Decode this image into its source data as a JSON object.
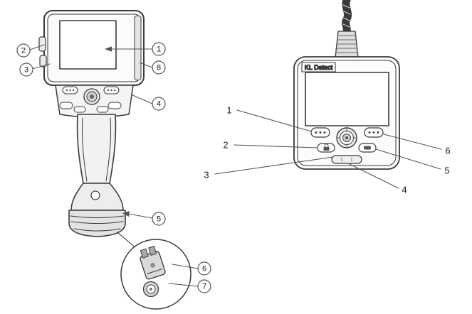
{
  "figure": {
    "device_label": "KL Detect",
    "left_callouts": {
      "c1": "1",
      "c2": "2",
      "c3": "3",
      "c4": "4",
      "c5": "5",
      "c6": "6",
      "c7": "7",
      "c8": "8"
    },
    "right_callouts": {
      "r1": "1",
      "r2": "2",
      "r3": "3",
      "r4": "4",
      "r5": "5",
      "r6": "6"
    },
    "colors": {
      "line": "#3a3a3a",
      "leader": "#555555",
      "background": "#ffffff",
      "shade": "#d9d9d9"
    }
  }
}
